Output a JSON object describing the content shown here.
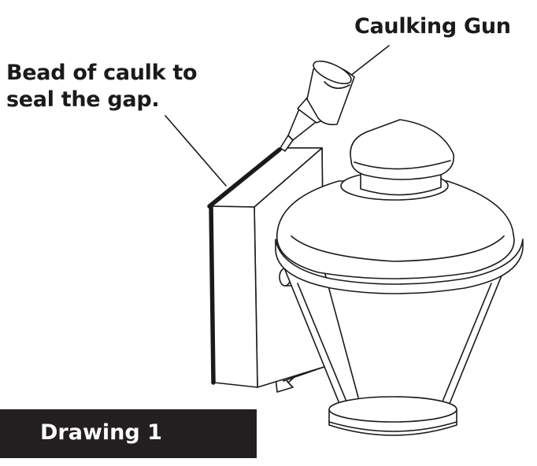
{
  "labels": {
    "caulking_gun": "Caulking Gun",
    "bead_line1": "Bead of caulk to",
    "bead_line2": "seal the gap."
  },
  "caption": {
    "text": "Drawing 1"
  },
  "colors": {
    "line": "#1a1a1a",
    "caption_bg": "#231f20",
    "caption_text": "#ffffff"
  }
}
